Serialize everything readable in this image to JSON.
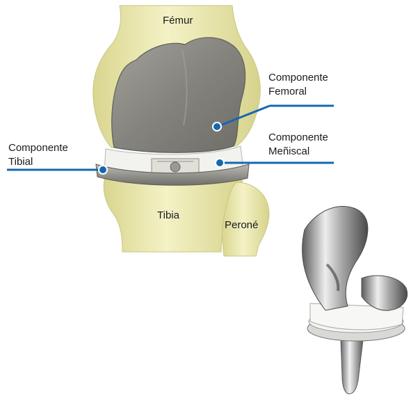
{
  "labels": {
    "femur": "Fémur",
    "femoral_component": [
      "Componente",
      "Femoral"
    ],
    "meniscal_component": [
      "Componente",
      "Meñiscal"
    ],
    "tibial_component": [
      "Componente",
      "Tibial"
    ],
    "tibia": "Tibia",
    "perone": "Peroné"
  },
  "colors": {
    "bone": "#efedb4",
    "bone_shadow": "#cfcc86",
    "metal": "#8c8a84",
    "metal_light": "#b9b7b0",
    "insert": "#f3f3f0",
    "leader_line": "#1468b0"
  }
}
